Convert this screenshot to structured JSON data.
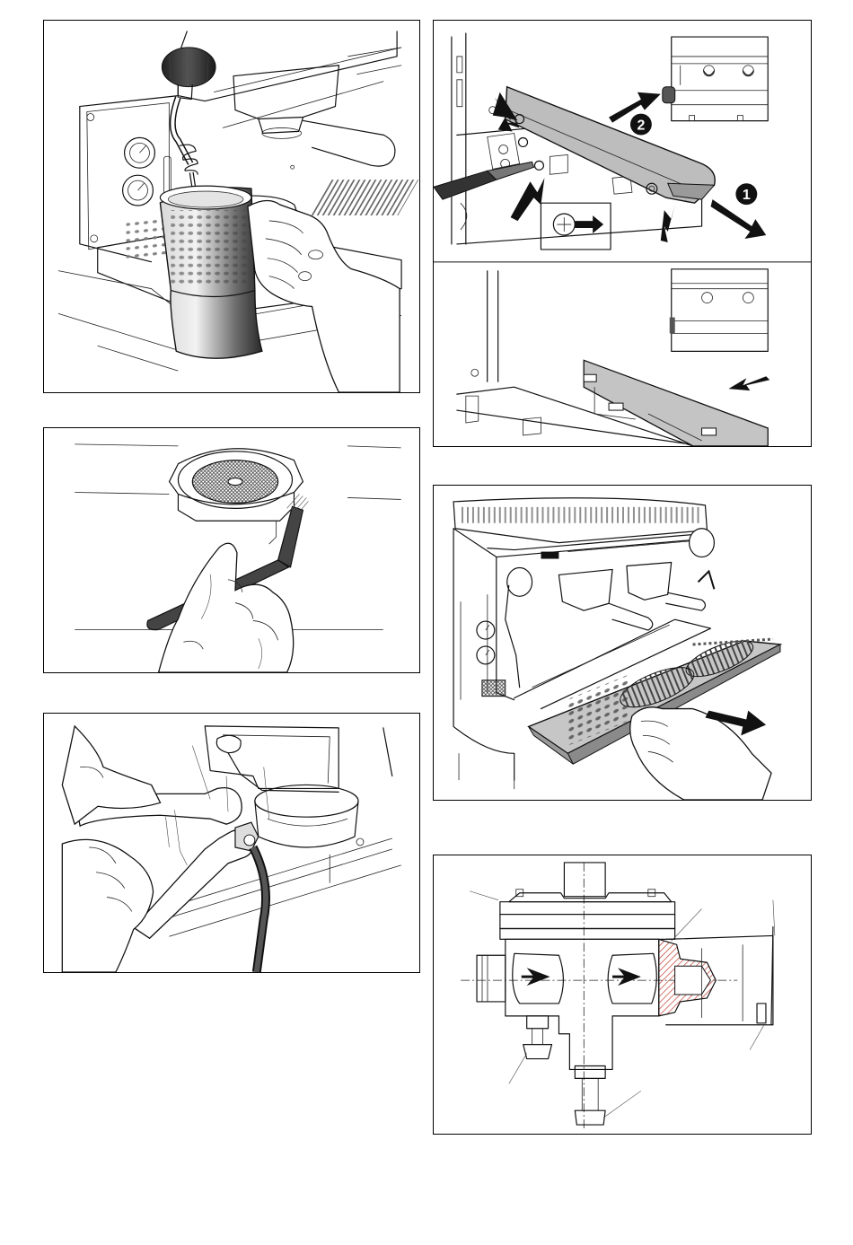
{
  "figures": [
    {
      "id": "steam-wand-pitcher"
    },
    {
      "id": "drip-tray-removal",
      "callouts": [
        "1",
        "2"
      ]
    },
    {
      "id": "filter-holder-cleaning-brush"
    },
    {
      "id": "grid-tray-pull-out"
    },
    {
      "id": "wrench-pipe-fitting"
    },
    {
      "id": "pressure-valve-section"
    }
  ],
  "colors": {
    "line": "#111111",
    "metal_dark": "#2e2e2e",
    "metal_mid": "#8a8a8a",
    "panel_gray": "#bdbdbd",
    "hatch_red": "#c0392b"
  },
  "icons": [
    "arrow-icon",
    "numbered-callout-icon",
    "screw-icon"
  ]
}
